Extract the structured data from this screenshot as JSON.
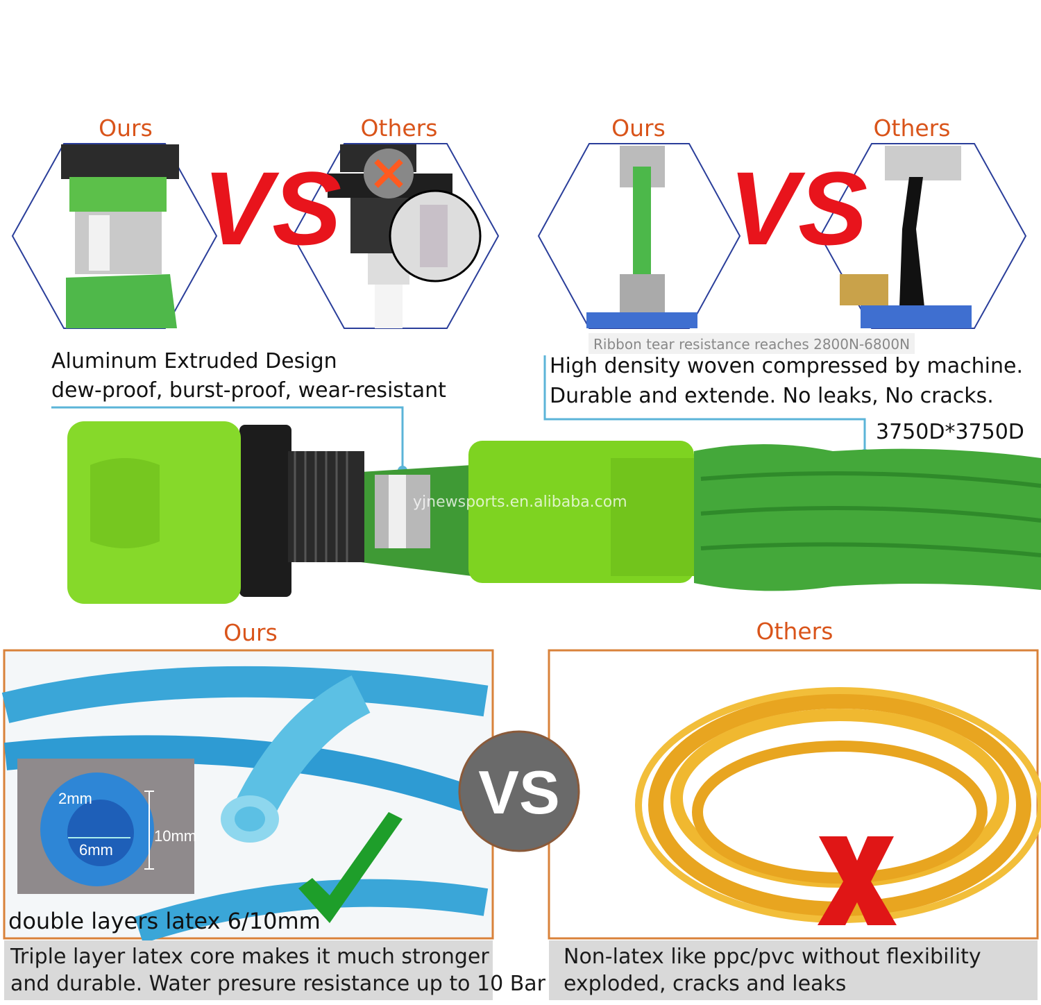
{
  "top_left": {
    "ours_label": "Ours",
    "others_label": "Others",
    "vs": "VS",
    "caption_line1": "Aluminum Extruded Design",
    "caption_line2": "dew-proof, burst-proof, wear-resistant"
  },
  "top_right": {
    "ours_label": "Ours",
    "others_label": "Others",
    "vs": "VS",
    "note": "Ribbon tear resistance reaches 2800N-6800N",
    "caption_line1": "High density woven compressed by machine.",
    "caption_line2": "Durable and extende. No leaks, No cracks.",
    "spec": "3750D*3750D"
  },
  "watermark": "yjnewsports.en.alibaba.com",
  "bottom": {
    "ours_label": "Ours",
    "others_label": "Others",
    "vs": "VS",
    "inset": {
      "wall": "2mm",
      "inner": "6mm",
      "outer": "10mm"
    },
    "ours_overlay": "double layers latex  6/10mm",
    "ours_caption_line1": "Triple layer latex core makes it much stronger",
    "ours_caption_line2": "and durable. Water presure resistance up to 10 Bar",
    "others_caption_line1": "Non-latex like ppc/pvc without flexibility",
    "others_caption_line2": "exploded, cracks and leaks"
  },
  "colors": {
    "label": "#d9541a",
    "vs_red": "#e8141c",
    "hex_stroke": "#2a3e9a",
    "hose_green": "#7ed321",
    "leader_line": "#5bb4d8"
  }
}
